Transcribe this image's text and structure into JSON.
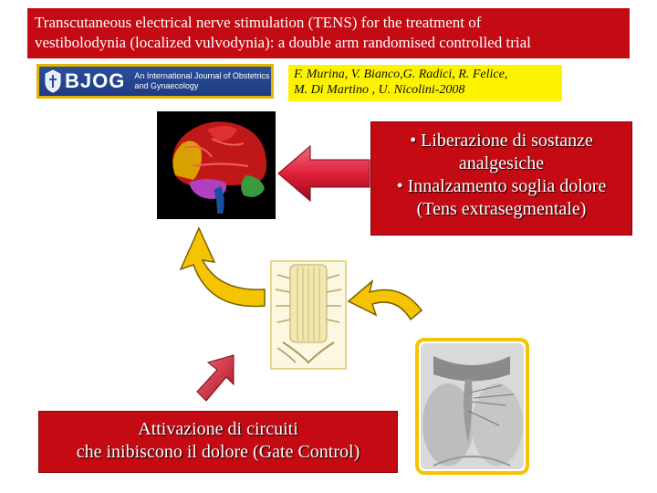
{
  "title": {
    "line1": "Transcutaneous electrical nerve stimulation (TENS) for the treatment of",
    "line2": "vestibolodynia (localized vulvodynia): a double arm randomised controlled trial"
  },
  "journal": {
    "name": "BJOG",
    "subtitle": "An International Journal of Obstetrics and Gynaecology"
  },
  "authors": {
    "line1": "F. Murina, V. Bianco,G. Radici, R. Felice,",
    "line2": "M. Di Martino , U. Nicolini-2008"
  },
  "effects": {
    "item1_line1": "• Liberazione di sostanze",
    "item1_line2": "analgesiche",
    "item2_line1": "• Innalzamento soglia dolore",
    "item2_line2": "(Tens extrasegmentale)"
  },
  "gate_control": {
    "line1": "Attivazione di circuiti",
    "line2": "che inibiscono il dolore (Gate Control)"
  },
  "colors": {
    "red_box": "#c40a12",
    "title_text": "#ffffff",
    "authors_bg": "#fdf200",
    "arrow_yellow": "#f5c400",
    "journal_blue": "#2c4f9c"
  }
}
